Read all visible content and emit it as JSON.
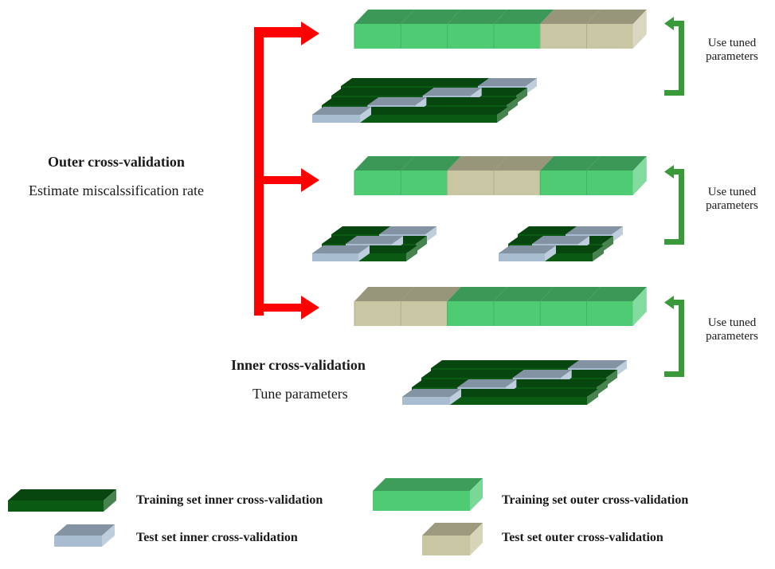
{
  "outer": {
    "title": "Outer  cross-validation",
    "subtitle": "Estimate miscalssification rate"
  },
  "inner": {
    "title": "Inner cross-validation",
    "subtitle": "Tune parameters"
  },
  "tuned_label_line1": "Use tuned",
  "tuned_label_line2": "parameters",
  "legend": {
    "training_inner": "Training set inner cross-validation",
    "test_inner": "Test set inner cross-validation",
    "training_outer": "Training set outer cross-validation",
    "test_outer": "Test set outer cross-validation"
  },
  "colors": {
    "arrow_red": "#ff0000",
    "bracket_green": "#3a9a3a",
    "inner_train_dark_green": "#0a5a14",
    "inner_test_gray_blue": "#a9bdd1",
    "outer_train_light_green": "#4ecb73",
    "outer_test_khaki": "#c9c6a3"
  },
  "outer_folds": [
    {
      "segments": [
        "train",
        "train",
        "train",
        "train",
        "test",
        "test"
      ]
    },
    {
      "segments": [
        "train",
        "train",
        "test",
        "test",
        "train",
        "train"
      ]
    },
    {
      "segments": [
        "test",
        "test",
        "train",
        "train",
        "train",
        "train"
      ]
    }
  ]
}
